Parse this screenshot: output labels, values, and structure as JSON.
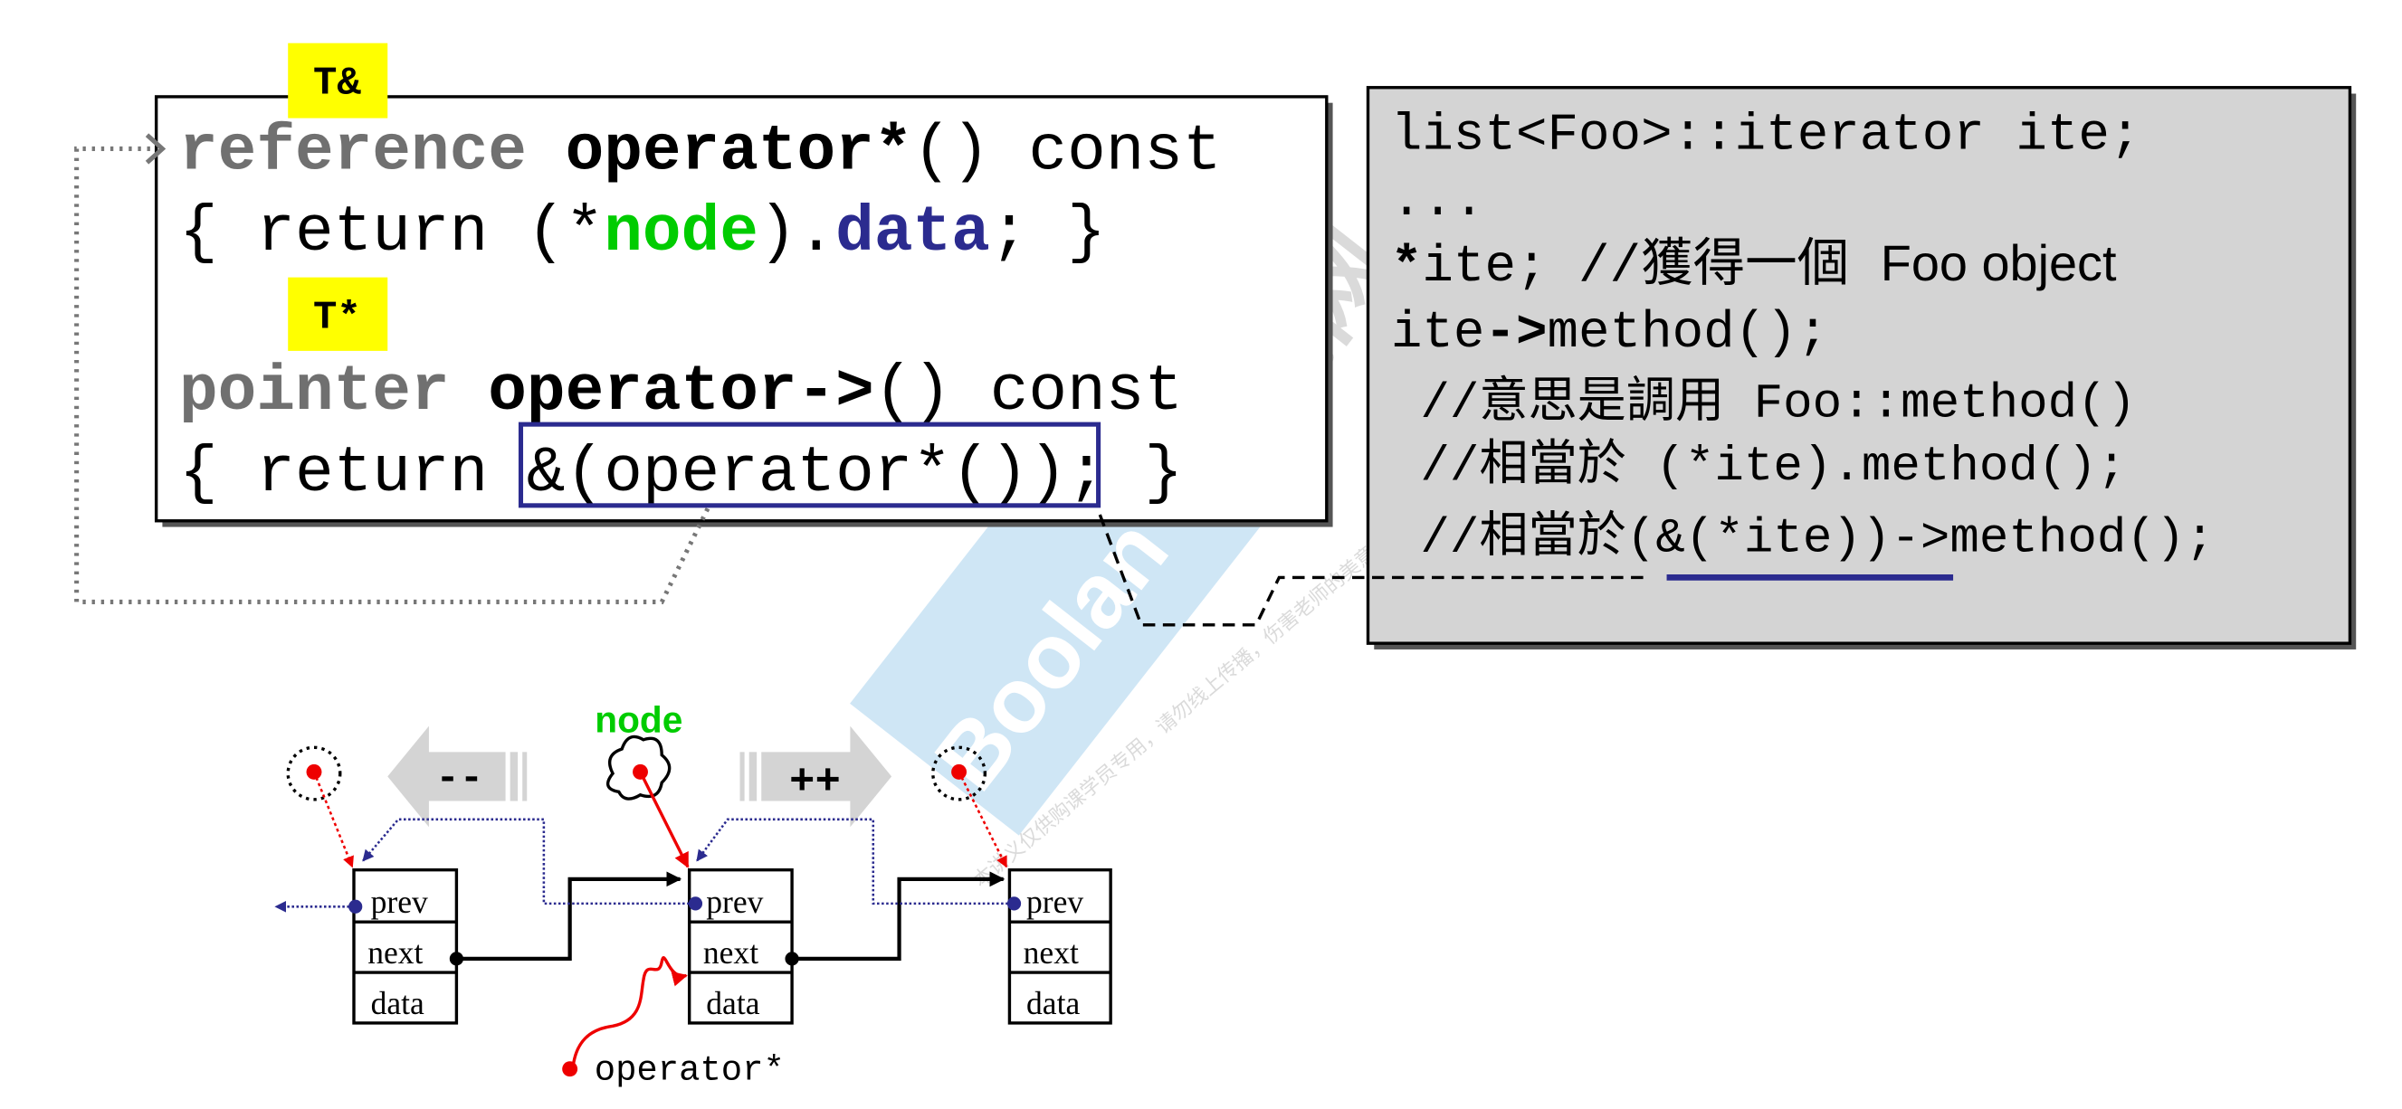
{
  "left_code": {
    "badge_reference": "T&",
    "badge_pointer": "T*",
    "line1": {
      "type": "reference",
      "op": "operator*",
      "rest": "() const"
    },
    "line2": {
      "open": "{ return (*",
      "node": "node",
      "mid": ").",
      "data": "data",
      "close": "; }"
    },
    "line3": {
      "type": "pointer",
      "op": "operator->",
      "rest": "() const"
    },
    "line4": {
      "open": "{ return ",
      "boxed": "&(operator*())",
      "close": "; }"
    }
  },
  "right_code": {
    "line1": "list<Foo>::iterator ite;",
    "line2": "...",
    "line3": {
      "star": "*",
      "code": "ite; //獲得一個 ",
      "text": "Foo object"
    },
    "line4": {
      "code": "ite",
      "arrow": "->",
      "rest": "method();"
    },
    "line5": " //意思是調用 Foo::method()",
    "line6": " //相當於 (*ite).method();",
    "line7": " //相當於(&(*ite))->method();"
  },
  "diagram": {
    "node_label": "node",
    "decrement_label": "--",
    "increment_label": "++",
    "operator_label": "operator*",
    "fields": [
      "prev",
      "next",
      "data"
    ]
  },
  "watermark": {
    "brand": "Boolan",
    "site": "博览网",
    "notice": "本讲义仅供购课学员专用，请勿线上传播，伤害老师的美意与智财权"
  },
  "colors": {
    "green": "#00cc00",
    "navy": "#2b2b8f",
    "red": "#ee0000",
    "yellow": "#ffff00",
    "gray_box": "#d4d4d4",
    "gray_text": "#707070"
  }
}
